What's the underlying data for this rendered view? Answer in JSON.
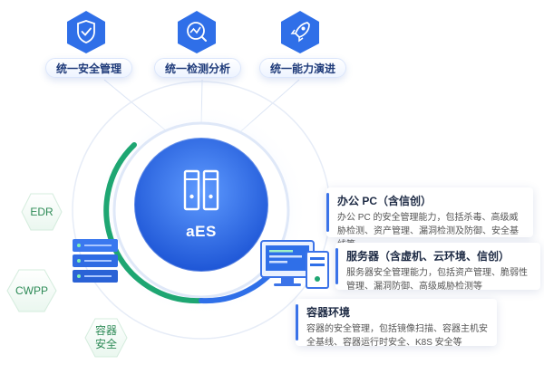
{
  "features": [
    {
      "icon": "shield-check-icon",
      "label": "统一安全管理"
    },
    {
      "icon": "magnifier-chart-icon",
      "label": "统一检测分析"
    },
    {
      "icon": "rocket-icon",
      "label": "统一能力演进"
    }
  ],
  "center": {
    "label": "aES",
    "icon": "server-rack-icon"
  },
  "badges": [
    {
      "label": "EDR"
    },
    {
      "label": "CWPP"
    },
    {
      "label": "容器\n安全"
    }
  ],
  "cards": [
    {
      "title": "办公 PC（含信创）",
      "desc": "办公 PC 的安全管理能力，包括杀毒、高级威胁检测、资产管理、漏洞检测及防御、安全基线等"
    },
    {
      "title": "服务器（含虚机、云环境、信创）",
      "desc": "服务器安全管理能力，包括资产管理、脆弱性管理、漏洞防御、高级威胁检测等"
    },
    {
      "title": "容器环境",
      "desc": "容器的安全管理，包括镜像扫描、容器主机安全基线、容器运行时安全、K8S 安全等"
    }
  ],
  "colors": {
    "primary": "#2f6fe8",
    "green": "#1ea672",
    "hex_green": "#2e8b57",
    "card_accent": "#3b73e8"
  }
}
